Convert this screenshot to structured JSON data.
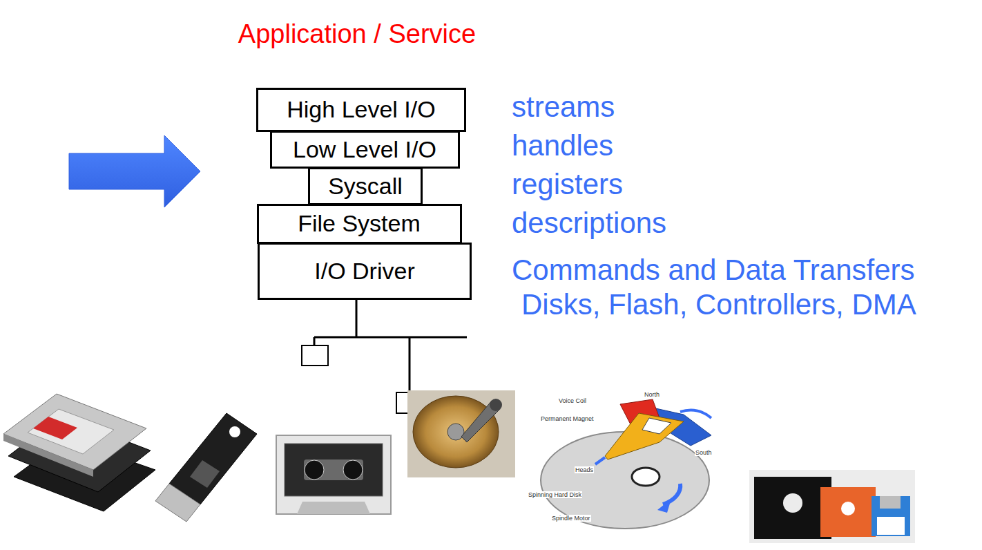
{
  "diagram": {
    "nodes": [
      {
        "text": [
          "High Level I/O"
        ]
      },
      {
        "text": [
          "Low Level I/O"
        ]
      },
      {
        "text": [
          "Syscall"
        ]
      },
      {
        "text": [
          "File System"
        ]
      },
      {
        "text": [
          "I/O Driver"
        ]
      }
    ],
    "labels": [
      "Application / Service",
      "streams",
      "handles",
      "registers",
      "descriptions",
      "Commands and Data Transfers",
      "Disks, Flash, Controllers, DMA",
      "North",
      "Voice Coil",
      "Permanent Magnet",
      "South",
      "Heads",
      "Spinning Hard Disk",
      "Spindle Motor"
    ]
  }
}
